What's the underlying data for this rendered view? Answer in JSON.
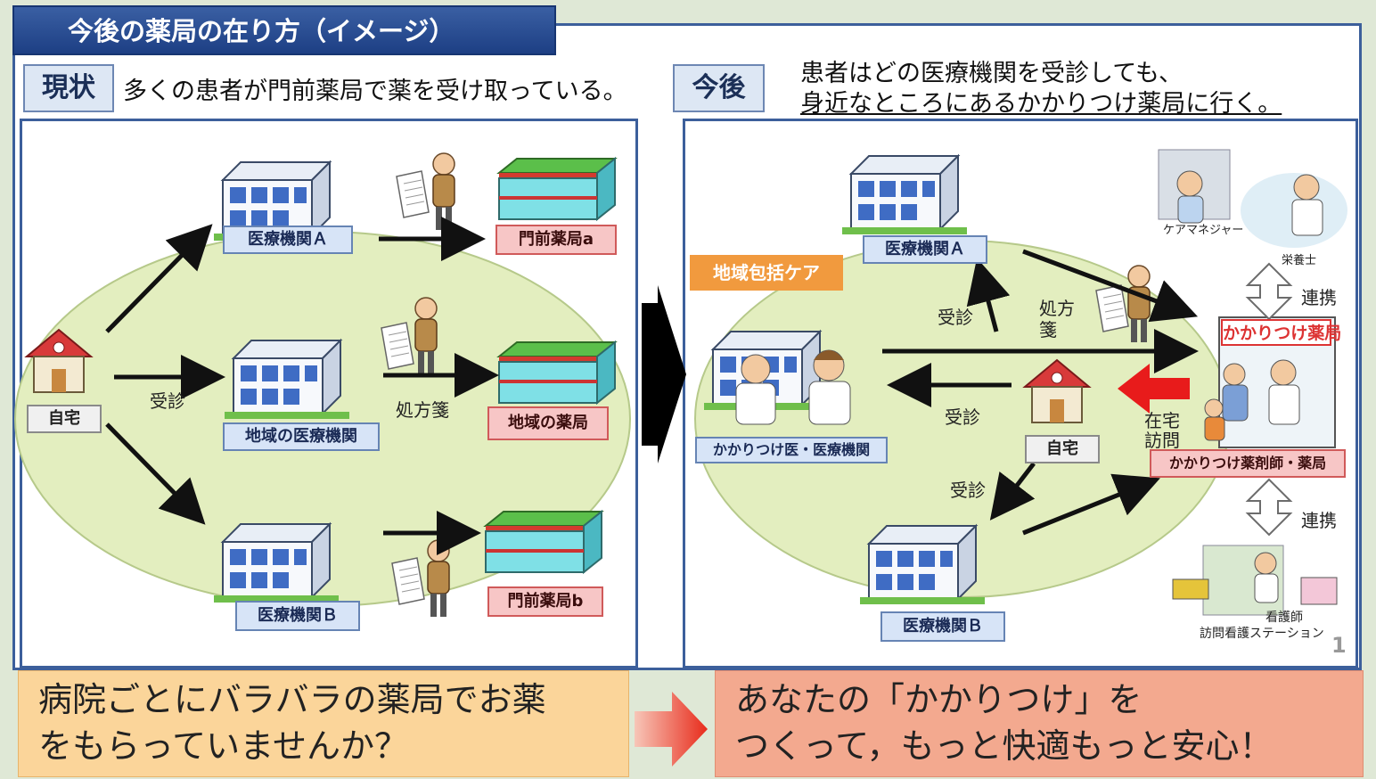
{
  "title": "今後の薬局の在り方（イメージ）",
  "current": {
    "tag": "現状",
    "description": "多くの患者が門前薬局で薬を受け取っている。",
    "nodes": {
      "home": "自宅",
      "hospital_a": "医療機関Ａ",
      "local_hospital": "地域の医療機関",
      "hospital_b": "医療機関Ｂ",
      "pharmacy_a": "門前薬局a",
      "local_pharmacy": "地域の薬局",
      "pharmacy_b": "門前薬局b"
    },
    "edge_labels": {
      "visit": "受診",
      "prescription": "処方箋"
    }
  },
  "future": {
    "tag": "今後",
    "description_line1": "患者はどの医療機関を受診しても、",
    "description_line2": "身近なところにあるかかりつけ薬局に行く。",
    "nodes": {
      "community_care": "地域包括ケア",
      "hospital_a": "医療機関Ａ",
      "family_doctor": "かかりつけ医・医療機関",
      "home": "自宅",
      "hospital_b": "医療機関Ｂ",
      "kakaritsuke_pharmacy_sign": "かかりつけ薬局",
      "pharmacist_label": "かかりつけ薬剤師・薬局",
      "care_manager": "ケアマネジャー",
      "dietitian": "栄養士",
      "nurse": "看護師",
      "nursing_station": "訪問看護ステーション"
    },
    "edge_labels": {
      "visit_1": "受診",
      "visit_2": "受診",
      "visit_3": "受診",
      "prescription_1": "処方",
      "prescription_2": "箋",
      "home_visit_1": "在宅",
      "home_visit_2": "訪問",
      "coop_1": "連携",
      "coop_2": "連携"
    },
    "page_number": "1"
  },
  "bottom": {
    "left_line1": "病院ごとにバラバラの薬局でお薬",
    "left_line2": "をもらっていませんか？",
    "right_line1": "あなたの「かかりつけ」を",
    "right_line2": "つくって，もっと快適もっと安心！"
  },
  "colors": {
    "navy": "#1d3f84",
    "ellipse": "#e3eebf",
    "pink_label": "#f7c6c6",
    "blue_label": "#d7e4f7",
    "orange_badge": "#f19a3e",
    "red_arrow": "#e81b1b",
    "bottom_left": "#fbd59a",
    "bottom_right": "#f3a98f"
  },
  "icons": [
    "building-icon",
    "house-icon",
    "pharmacy-icon",
    "elderly-man-icon",
    "prescription-paper-icon",
    "arrow-icon"
  ]
}
